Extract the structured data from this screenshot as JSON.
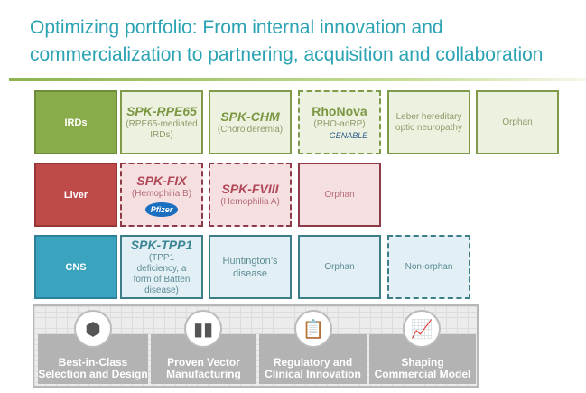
{
  "title": "Optimizing portfolio: From internal innovation and commercialization to partnering, acquisition and collaboration",
  "rows": {
    "irds": {
      "label": "IRDs",
      "c1": {
        "name": "SPK-RPE65",
        "sub": "(RPE65-mediated IRDs)"
      },
      "c2": {
        "name": "SPK-CHM",
        "sub": "(Choroideremia)"
      },
      "c3": {
        "name": "RhoNova",
        "sub": "(RHO-adRP)",
        "partner": "GENABLE"
      },
      "c4": "Leber hereditary optic neuropathy",
      "c5": "Orphan"
    },
    "liver": {
      "label": "Liver",
      "c1": {
        "name": "SPK-FIX",
        "sub": "(Hemophilia B)",
        "partner": "Pfizer"
      },
      "c2": {
        "name": "SPK-FVIII",
        "sub": "(Hemophilia A)"
      },
      "c3": "Orphan"
    },
    "cns": {
      "label": "CNS",
      "c1": {
        "name": "SPK-TPP1",
        "sub": "(TPP1 deficiency, a form of Batten disease)"
      },
      "c2": "Huntington’s disease",
      "c3": "Orphan",
      "c4": "Non-orphan"
    }
  },
  "pillars": [
    "Best-in-Class Selection and Design",
    "Proven Vector Manufacturing",
    "Regulatory and Clinical Innovation",
    "Shaping Commercial Model"
  ],
  "colors": {
    "irds": "#8aab4a",
    "liver": "#bf4a4a",
    "cns": "#3aa3bd",
    "title": "#2ba3b3"
  }
}
